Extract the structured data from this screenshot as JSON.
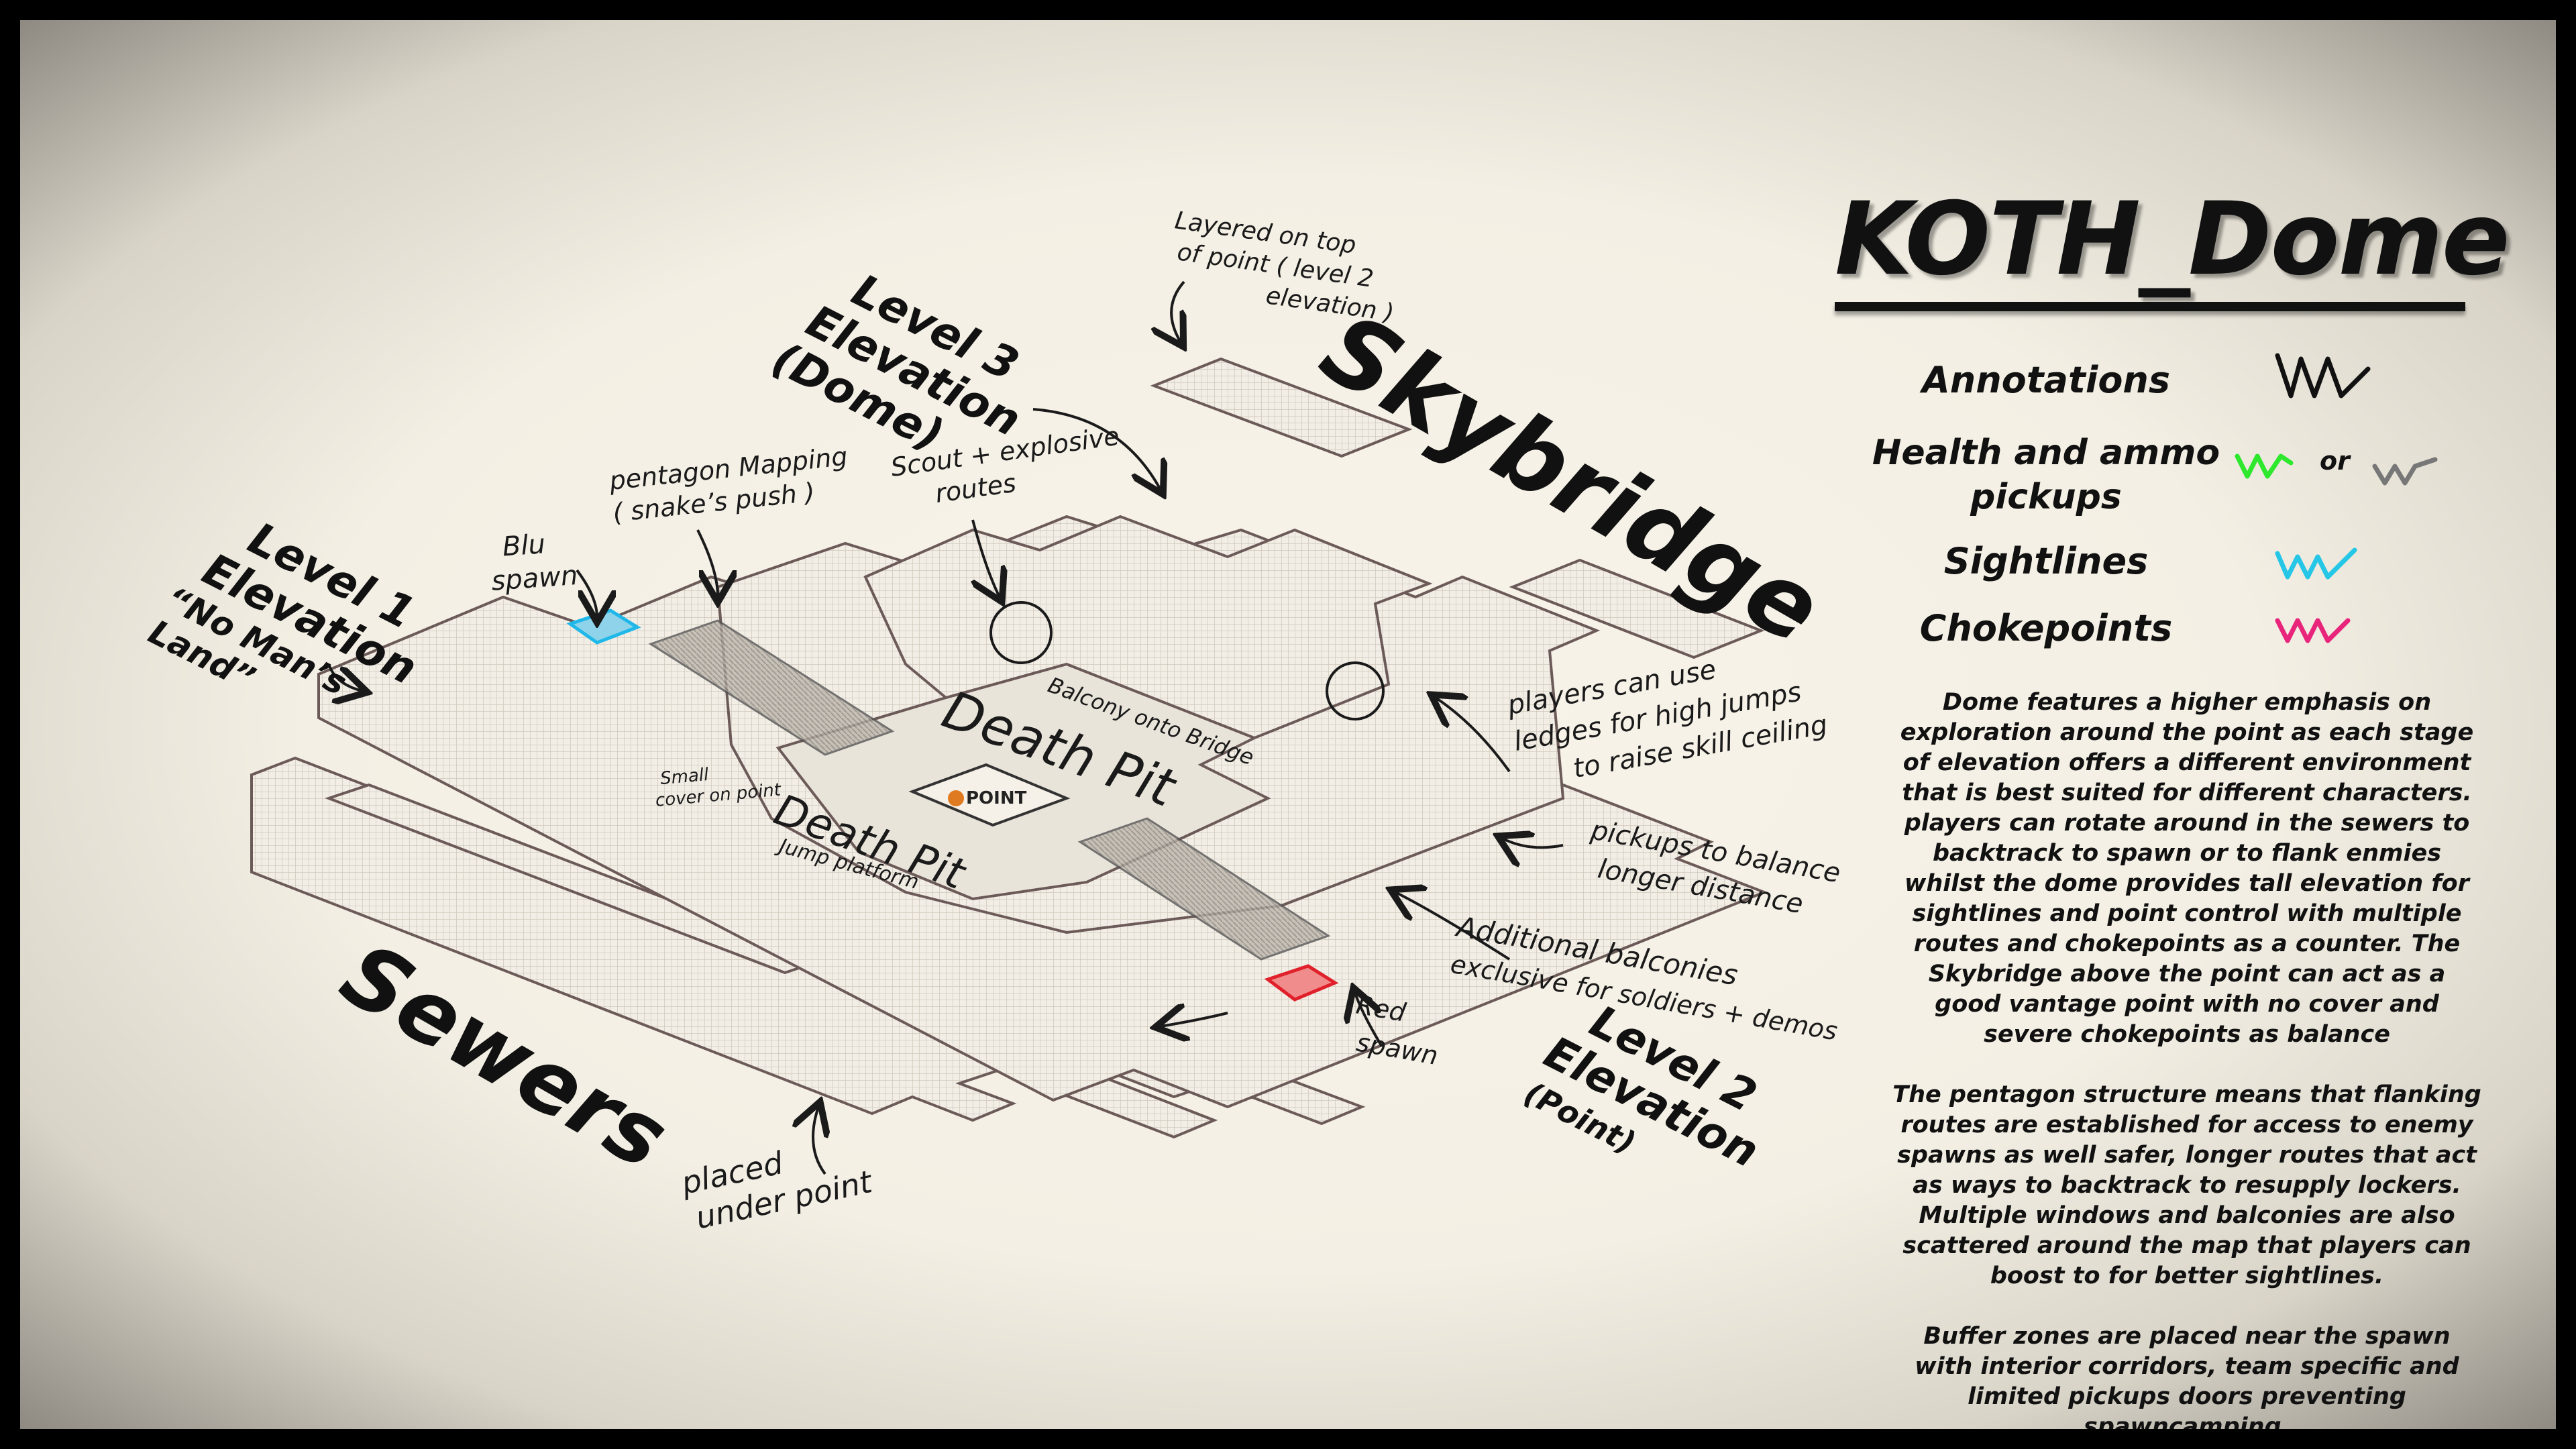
{
  "title": "KOTH_Dome",
  "legend": {
    "annotations": "Annotations",
    "health_ammo": "Health and ammo pickups",
    "or": "or",
    "sightlines": "Sightlines",
    "chokepoints": "Chokepoints",
    "colors": {
      "annotations": "#111111",
      "health_green": "#2ee82e",
      "health_grey": "#777777",
      "sightlines": "#26c6e6",
      "chokepoints": "#e8257a",
      "blu_spawn": "#1fb8e8",
      "red_spawn": "#e0202a"
    }
  },
  "description": [
    "Dome features a higher emphasis on exploration around the point as each stage of elevation offers a different environment that is best suited for different characters. players can rotate around in the sewers to backtrack to spawn or to flank enmies whilst the dome provides tall elevation for sightlines and point control with multiple routes and chokepoints as a counter. The Skybridge above the point can act as a good vantage point with no cover and severe chokepoints as balance",
    "The pentagon structure means that flanking routes are established for access to enemy spawns as well safer, longer routes that act as ways to backtrack to resupply lockers. Multiple windows and balconies are also scattered around the map that players can boost to for better sightlines.",
    "Buffer zones are placed near the spawn with interior corridors, team specific and limited pickups doors preventing spawncamping."
  ],
  "labels": {
    "skybridge": "Skybridge",
    "sewers": "Sewers",
    "level1": [
      "Level 1",
      "Elevation",
      "“No Man’s",
      "Land”"
    ],
    "level2": [
      "Level 2",
      "Elevation",
      "(Point)"
    ],
    "level3": [
      "Level 3",
      "Elevation",
      "(Dome)"
    ],
    "point": "POINT"
  },
  "annotations": {
    "layered": [
      "Layered on top",
      "of point ( level 2",
      "elevation )"
    ],
    "pentagon": [
      "pentagon Mapping",
      "( snake’s push )"
    ],
    "scout": [
      "Scout + explosive",
      "routes"
    ],
    "blu_spawn": [
      "Blu",
      "spawn"
    ],
    "balcony": "Balcony onto Bridge",
    "death_pit_upper": "Death Pit",
    "death_pit_lower": "Death Pit",
    "small_cover": [
      "Small",
      "cover on point"
    ],
    "jump_platform": "Jump platform",
    "ledges": [
      "players can use",
      "ledges for high jumps",
      "to raise skill ceiling"
    ],
    "pickups_balance": [
      "pickups to balance",
      "longer distance"
    ],
    "balconies": [
      "Additional balconies",
      "exclusive for soldiers + demos"
    ],
    "red_spawn": [
      "Red",
      "spawn"
    ],
    "under_point": [
      "placed",
      "under point"
    ]
  }
}
